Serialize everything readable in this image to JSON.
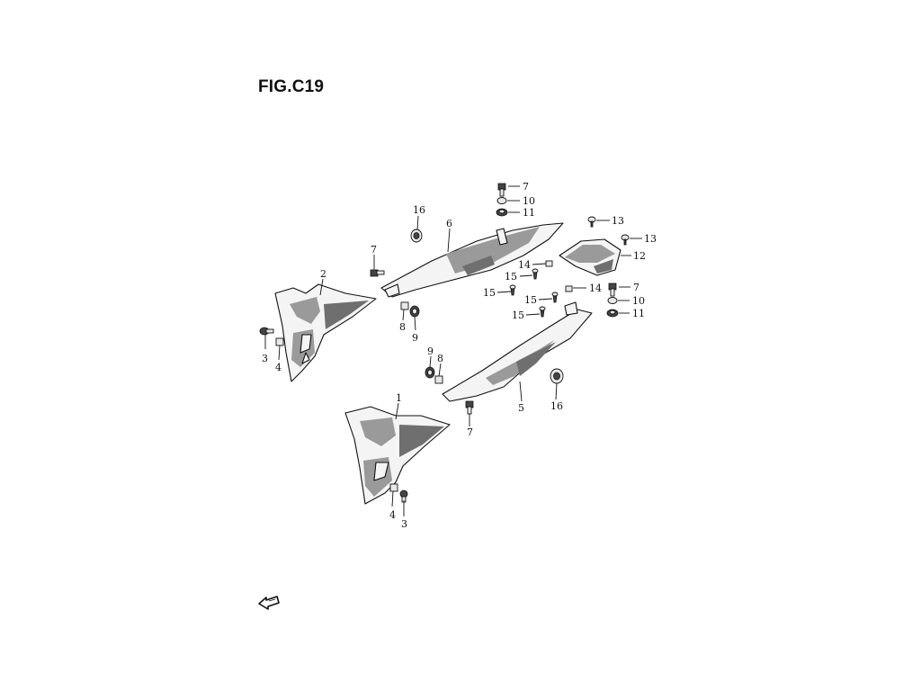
{
  "figure": {
    "title": "FIG.C19"
  },
  "callouts": {
    "c1": "1",
    "c2": "2",
    "c3a": "3",
    "c3b": "3",
    "c4a": "4",
    "c4b": "4",
    "c5": "5",
    "c6": "6",
    "c7a": "7",
    "c7b": "7",
    "c7c": "7",
    "c7d": "7",
    "c8a": "8",
    "c8b": "8",
    "c9a": "9",
    "c9b": "9",
    "c10a": "10",
    "c10b": "10",
    "c11a": "11",
    "c11b": "11",
    "c12": "12",
    "c13a": "13",
    "c13b": "13",
    "c14a": "14",
    "c14b": "14",
    "c15a": "15",
    "c15b": "15",
    "c15c": "15",
    "c15d": "15",
    "c16a": "16",
    "c16b": "16"
  },
  "front_arrow_icon": "front-direction-arrow-icon"
}
